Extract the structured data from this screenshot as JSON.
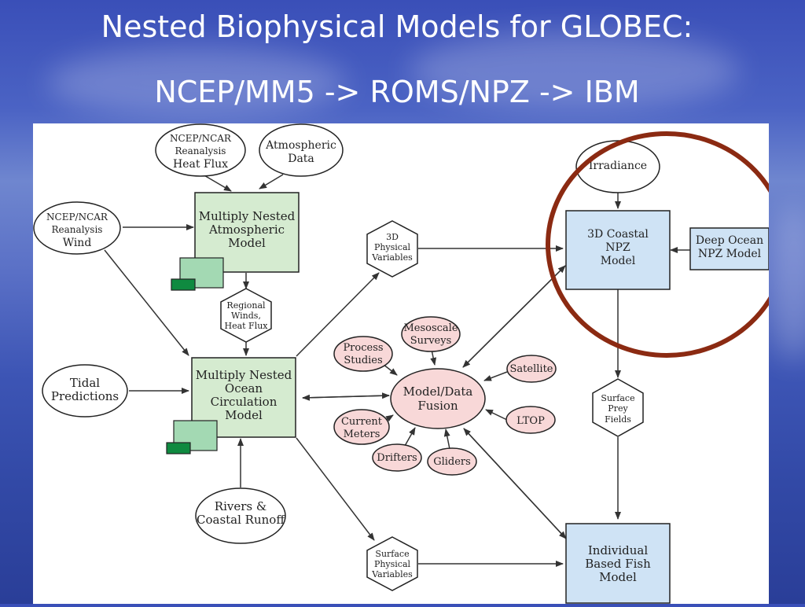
{
  "slide": {
    "title_line1": "Nested Biophysical Models for GLOBEC:",
    "title_line2": "NCEP/MM5 -> ROMS/NPZ -> IBM"
  },
  "diagram": {
    "ncep_heat": [
      "NCEP/NCAR",
      "Reanalysis",
      "Heat Flux"
    ],
    "atmos_data": [
      "Atmospheric",
      "Data"
    ],
    "ncep_wind": [
      "NCEP/NCAR",
      "Reanalysis",
      "Wind"
    ],
    "atmos_model": [
      "Multiply Nested",
      "Atmospheric",
      "Model"
    ],
    "regional": [
      "Regional",
      "Winds,",
      "Heat Flux"
    ],
    "phys3d": [
      "3D",
      "Physical",
      "Variables"
    ],
    "irradiance": "Irradiance",
    "npz_model": [
      "3D Coastal",
      "NPZ",
      "Model"
    ],
    "deep_ocean": [
      "Deep Ocean",
      "NPZ Model"
    ],
    "tidal": [
      "Tidal",
      "Predictions"
    ],
    "ocean_model": [
      "Multiply Nested",
      "Ocean",
      "Circulation",
      "Model"
    ],
    "process": [
      "Process",
      "Studies"
    ],
    "mesoscale": [
      "Mesoscale",
      "Surveys"
    ],
    "fusion": [
      "Model/Data",
      "Fusion"
    ],
    "satellite": "Satellite",
    "ltop": "LTOP",
    "current": [
      "Current",
      "Meters"
    ],
    "drifters": "Drifters",
    "gliders": "Gliders",
    "surface_prey": [
      "Surface",
      "Prey",
      "Fields"
    ],
    "rivers": [
      "Rivers &",
      "Coastal Runoff"
    ],
    "surface_phys": [
      "Surface",
      "Physical",
      "Variables"
    ],
    "ibm": [
      "Individual",
      "Based Fish",
      "Model"
    ]
  },
  "colors": {
    "atmos_box": "#d5ebd0",
    "blue_box": "#cfe3f5",
    "pink_node": "#f8d8d8",
    "dark_green": "#0f8a40",
    "mid_green": "#a3d9b3",
    "highlight_circle": "#8b2a12"
  }
}
